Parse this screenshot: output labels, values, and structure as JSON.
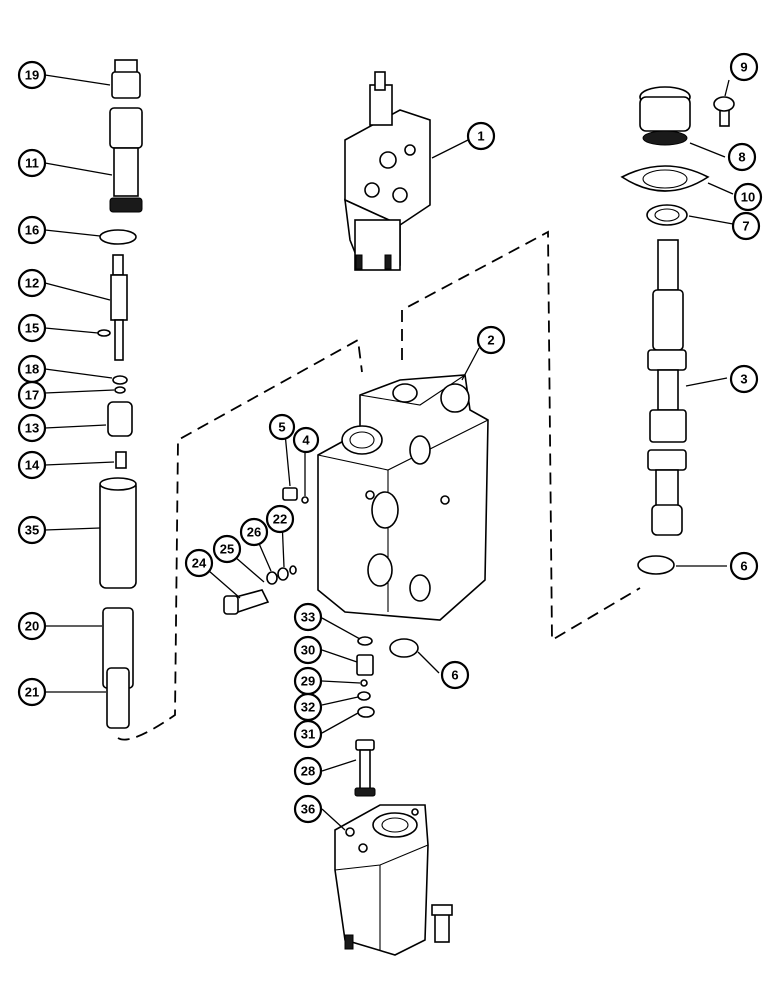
{
  "callouts": {
    "c19": "19",
    "c11": "11",
    "c16": "16",
    "c12": "12",
    "c15": "15",
    "c18": "18",
    "c17": "17",
    "c13": "13",
    "c14": "14",
    "c35": "35",
    "c20": "20",
    "c21": "21",
    "c1": "1",
    "c2": "2",
    "c5": "5",
    "c4": "4",
    "c26": "26",
    "c22": "22",
    "c25": "25",
    "c24": "24",
    "c33": "33",
    "c30": "30",
    "c29": "29",
    "c32": "32",
    "c31": "31",
    "c28": "28",
    "c36": "36",
    "c6a": "6",
    "c9": "9",
    "c8": "8",
    "c10": "10",
    "c7": "7",
    "c3": "3",
    "c6b": "6"
  }
}
